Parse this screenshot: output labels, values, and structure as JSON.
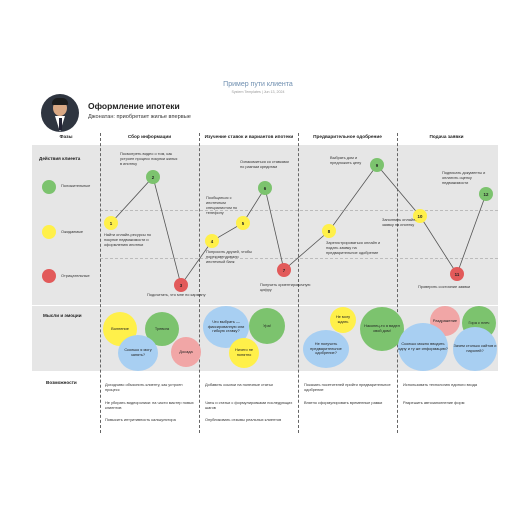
{
  "header": {
    "title": "Пример пути клиента",
    "subline": "System Templates  |  Jun 13, 2024",
    "heading": "Оформление ипотеки",
    "persona": "Джонатан: приобретает жилье впервые"
  },
  "columns": {
    "phases": "Фазы",
    "c1": "Сбор информации",
    "c2": "Изучение ставок и вариантов ипотеки",
    "c3": "Предварительное одобрение",
    "c4": "Подача заявки"
  },
  "rows": {
    "actions": "Действия клиента",
    "positive": "Положительные",
    "expected": "Ожидаемые",
    "negative": "Отрицательные",
    "thoughts": "Мысли и эмоции",
    "opportunities": "Возможности"
  },
  "colors": {
    "green": "#7cc36e",
    "yellow": "#fff04a",
    "red": "#e25a5a",
    "blue": "#a8cff2",
    "pink": "#f1a6a6"
  },
  "steps": [
    {
      "n": "1",
      "color": "yellow",
      "text": "Найти онлайн-ресурсы по покупке недвижимости и оформлению ипотеки"
    },
    {
      "n": "2",
      "color": "green",
      "text": "Посмотреть видео о том, как устроен процесс покупки жилья в ипотеку"
    },
    {
      "n": "3",
      "color": "red",
      "text": "Подсчитать, что мне по карману"
    },
    {
      "n": "4",
      "color": "yellow",
      "text": "Попросить друзей, чтобы порекомендовали ипотечный банк"
    },
    {
      "n": "5",
      "color": "yellow",
      "text": "Пообщаться с ипотечным специалистом по телефону"
    },
    {
      "n": "6",
      "color": "green",
      "text": "Ознакомиться со ставками по разным кредитам"
    },
    {
      "n": "7",
      "color": "red",
      "text": "Получить ориентировочную цифру"
    },
    {
      "n": "8",
      "color": "yellow",
      "text": "Зарегистрироваться онлайн и подать заявку на предварительное одобрение"
    },
    {
      "n": "9",
      "color": "green",
      "text": "Выбрать дом и предложить цену"
    },
    {
      "n": "10",
      "color": "yellow",
      "text": "Заполнить онлайн-заявку на ипотеку"
    },
    {
      "n": "11",
      "color": "red",
      "text": "Проверить состояние заявки"
    },
    {
      "n": "12",
      "color": "green",
      "text": "Подписать документы и оплатить оценку недвижимости"
    }
  ],
  "emotions": [
    {
      "text": "Волнение",
      "color": "yellow"
    },
    {
      "text": "Тревога",
      "color": "green"
    },
    {
      "text": "Сколько я могу занять?",
      "color": "blue"
    },
    {
      "text": "Досада",
      "color": "pink"
    },
    {
      "text": "Что выбрать — фиксированную или гибкую ставку?",
      "color": "blue"
    },
    {
      "text": "Ура!",
      "color": "green"
    },
    {
      "text": "Ничего не понятно",
      "color": "yellow"
    },
    {
      "text": "Не могу ждать",
      "color": "yellow"
    },
    {
      "text": "Наконец-то я видел свой дом!",
      "color": "green"
    },
    {
      "text": "Не получить предварительное одобрение?",
      "color": "blue"
    },
    {
      "text": "Раздражение",
      "color": "pink"
    },
    {
      "text": "Гора с плеч",
      "color": "green"
    },
    {
      "text": "Сколько можно вводить одну и ту же информацию?",
      "color": "blue"
    },
    {
      "text": "Зачем столько сайтов и паролей?",
      "color": "blue"
    }
  ],
  "opportunities": {
    "c1": [
      "Доходчиво объяснить клиенту, как устроен процесс",
      "Не убирать видеоролики: на части мастер новых клиентов",
      "Повысить интуитивность калькулятора"
    ],
    "c2": [
      "Добавить ссылки на полезные статьи",
      "Чаты и статьи с формулировками последующих шагов",
      "Опубликовать отзывы реальных клиентов"
    ],
    "c3": [
      "Показать посетителей прийти предварительное одобрение",
      "Внятно сформулировать временные рамки"
    ],
    "c4": [
      "Использовать технологию единого входа",
      "Разрешить автозаполнение форм"
    ]
  }
}
